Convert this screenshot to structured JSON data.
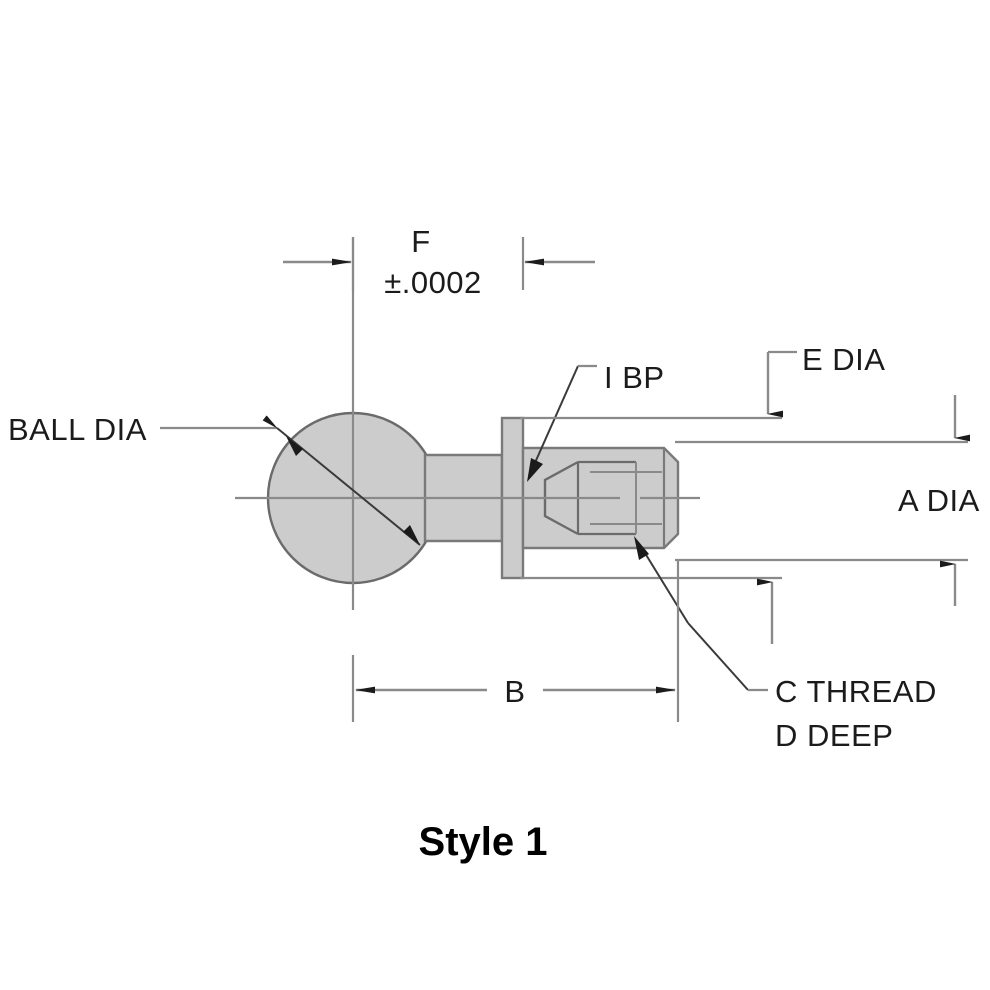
{
  "drawing": {
    "title": "Style 1",
    "colors": {
      "part_fill": "#cccccc",
      "outline": "#7a7a7a",
      "outline_dark": "#6b6b6b",
      "dimension_line": "#8a8a8a",
      "arrow": "#1b1b1b",
      "text": "#1b1b1b",
      "title_text": "#000000",
      "background": "#ffffff"
    },
    "labels": {
      "ball_dia": "BALL DIA",
      "f_dim": "F",
      "f_tolerance": "±.0002",
      "i_bp": "I BP",
      "e_dia": "E DIA",
      "a_dia": "A DIA",
      "b_dim": "B",
      "c_thread": "C THREAD",
      "d_deep": "D DEEP"
    }
  }
}
